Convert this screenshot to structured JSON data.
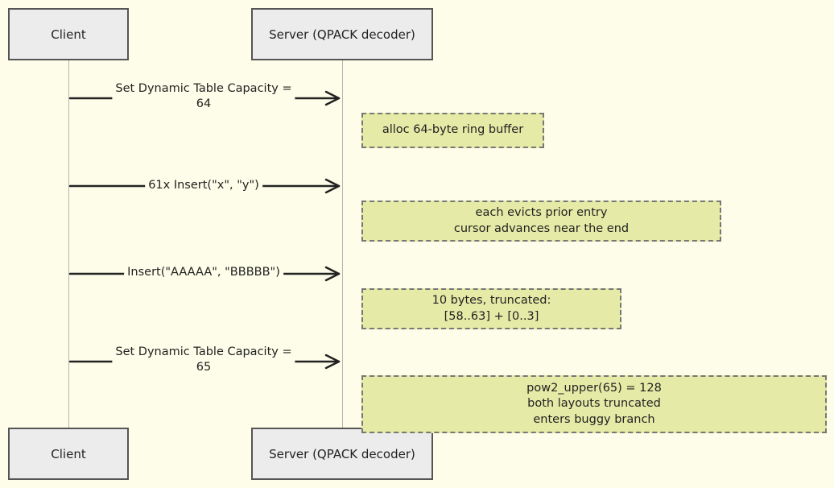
{
  "participants": {
    "client": "Client",
    "server": "Server (QPACK decoder)"
  },
  "messages": [
    {
      "lines": [
        "Set Dynamic Table Capacity =",
        "64"
      ]
    },
    {
      "lines": [
        "61x Insert(\"x\", \"y\")"
      ]
    },
    {
      "lines": [
        "Insert(\"AAAAA\", \"BBBBB\")"
      ]
    },
    {
      "lines": [
        "Set Dynamic Table Capacity =",
        "65"
      ]
    }
  ],
  "notes": [
    {
      "lines": [
        "alloc 64-byte ring buffer"
      ]
    },
    {
      "lines": [
        "each evicts prior entry",
        "cursor advances near the end"
      ]
    },
    {
      "lines": [
        "10 bytes, truncated:",
        "[58..63] + [0..3]"
      ]
    },
    {
      "lines": [
        "pow2_upper(65) = 128",
        "both layouts truncated",
        "enters buggy branch"
      ]
    }
  ],
  "colors": {
    "background": "#fdfde9",
    "participant_fill": "#ececed",
    "note_fill": "#e5eaa6"
  }
}
